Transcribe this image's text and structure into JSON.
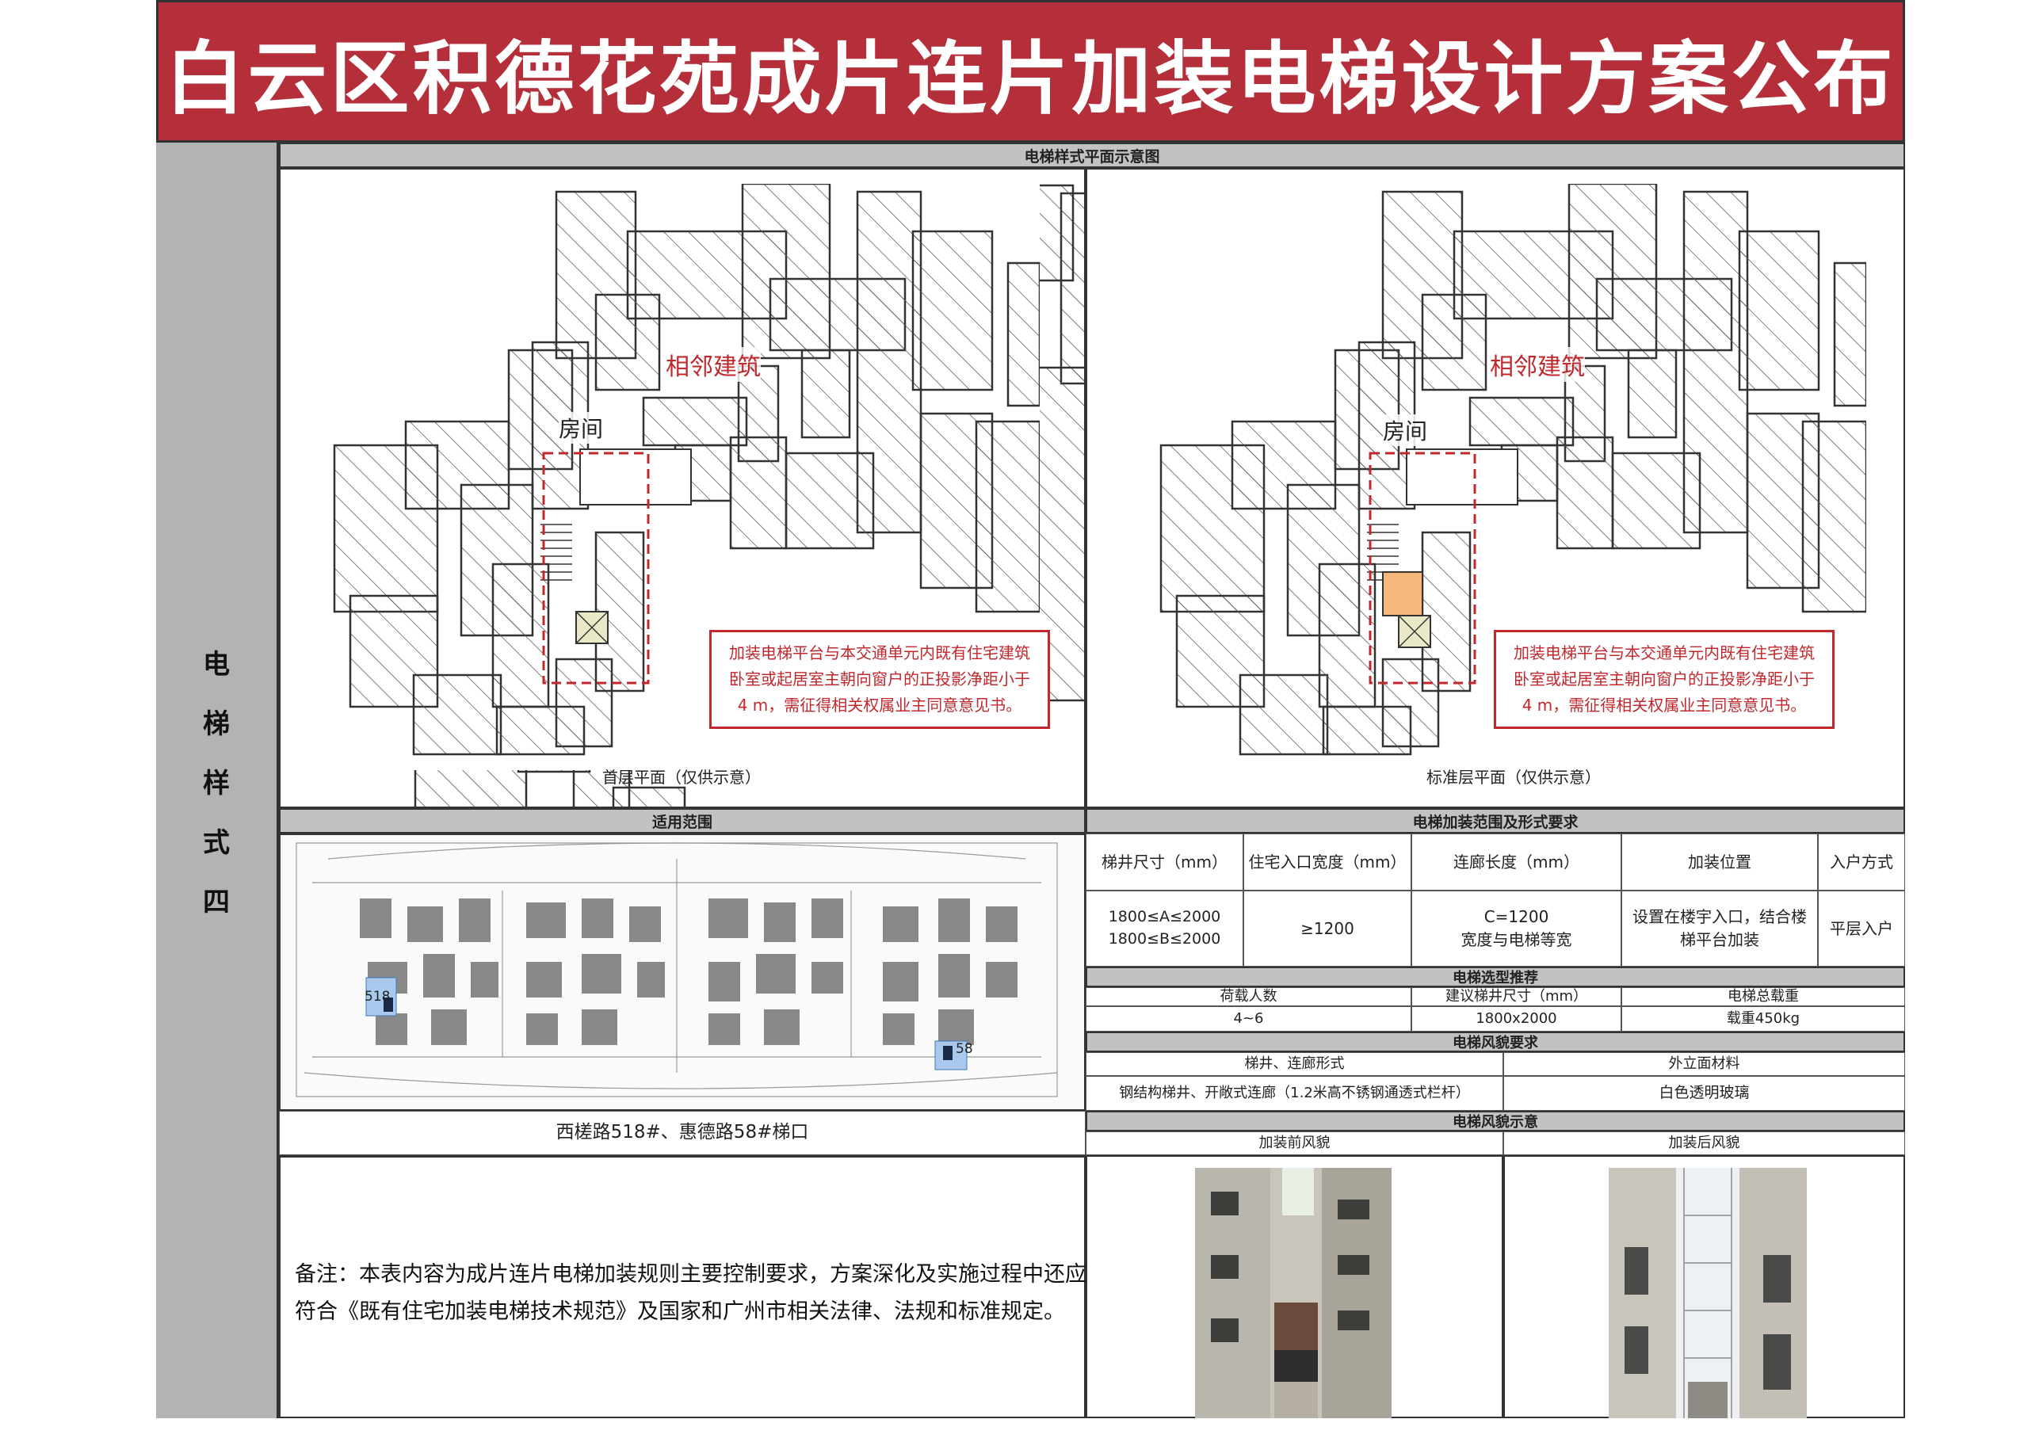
{
  "title": "白云区积德花苑成片连片加装电梯设计方案公布",
  "side_label": [
    "电",
    "梯",
    "样",
    "式",
    "四"
  ],
  "plan_section": {
    "header": "电梯样式平面示意图",
    "left": {
      "neighbor_label": "相邻建筑",
      "room_label": "房间",
      "caption": "首层平面（仅供示意）"
    },
    "right": {
      "neighbor_label": "相邻建筑",
      "room_label": "房间",
      "caption": "标准层平面（仅供示意）"
    },
    "note": "加装电梯平台与本交通单元内既有住宅建筑卧室或起居室主朝向窗户的正投影净距小于4 m，需征得相关权属业主同意意见书。"
  },
  "scope_section": {
    "header": "适用范围",
    "map_labels": [
      "518",
      "58"
    ],
    "address": "西槎路518#、惠德路58#梯口"
  },
  "requirements_section": {
    "header": "电梯加装范围及形式要求",
    "columns": [
      "梯井尺寸（mm）",
      "住宅入口宽度（mm）",
      "连廊长度（mm）",
      "加装位置",
      "入户方式"
    ],
    "values": [
      "1800≤A≤2000\n1800≤B≤2000",
      "≥1200",
      "C=1200\n宽度与电梯等宽",
      "设置在楼宇入口，结合楼梯平台加装",
      "平层入户"
    ]
  },
  "model_section": {
    "header": "电梯选型推荐",
    "columns": [
      "荷载人数",
      "建议梯井尺寸（mm）",
      "电梯总载重"
    ],
    "values": [
      "4~6",
      "1800x2000",
      "载重450kg"
    ]
  },
  "style_section": {
    "header": "电梯风貌要求",
    "columns": [
      "梯井、连廊形式",
      "外立面材料"
    ],
    "values": [
      "钢结构梯井、开敞式连廊（1.2米高不锈钢通透式栏杆）",
      "白色透明玻璃"
    ]
  },
  "appearance_section": {
    "header": "电梯风貌示意",
    "before_label": "加装前风貌",
    "after_label": "加装后风貌"
  },
  "remark": "备注：本表内容为成片连片电梯加装规则主要控制要求，方案深化及实施过程中还应符合《既有住宅加装电梯技术规范》及国家和广州市相关法律、法规和标准规定。",
  "colors": {
    "title_bg": "#b52f3b",
    "side_bg": "#b3b3b3",
    "header_bg": "#c2c2c2",
    "accent_red": "#c0282e",
    "elevator_highlight": "#f5b87a"
  }
}
